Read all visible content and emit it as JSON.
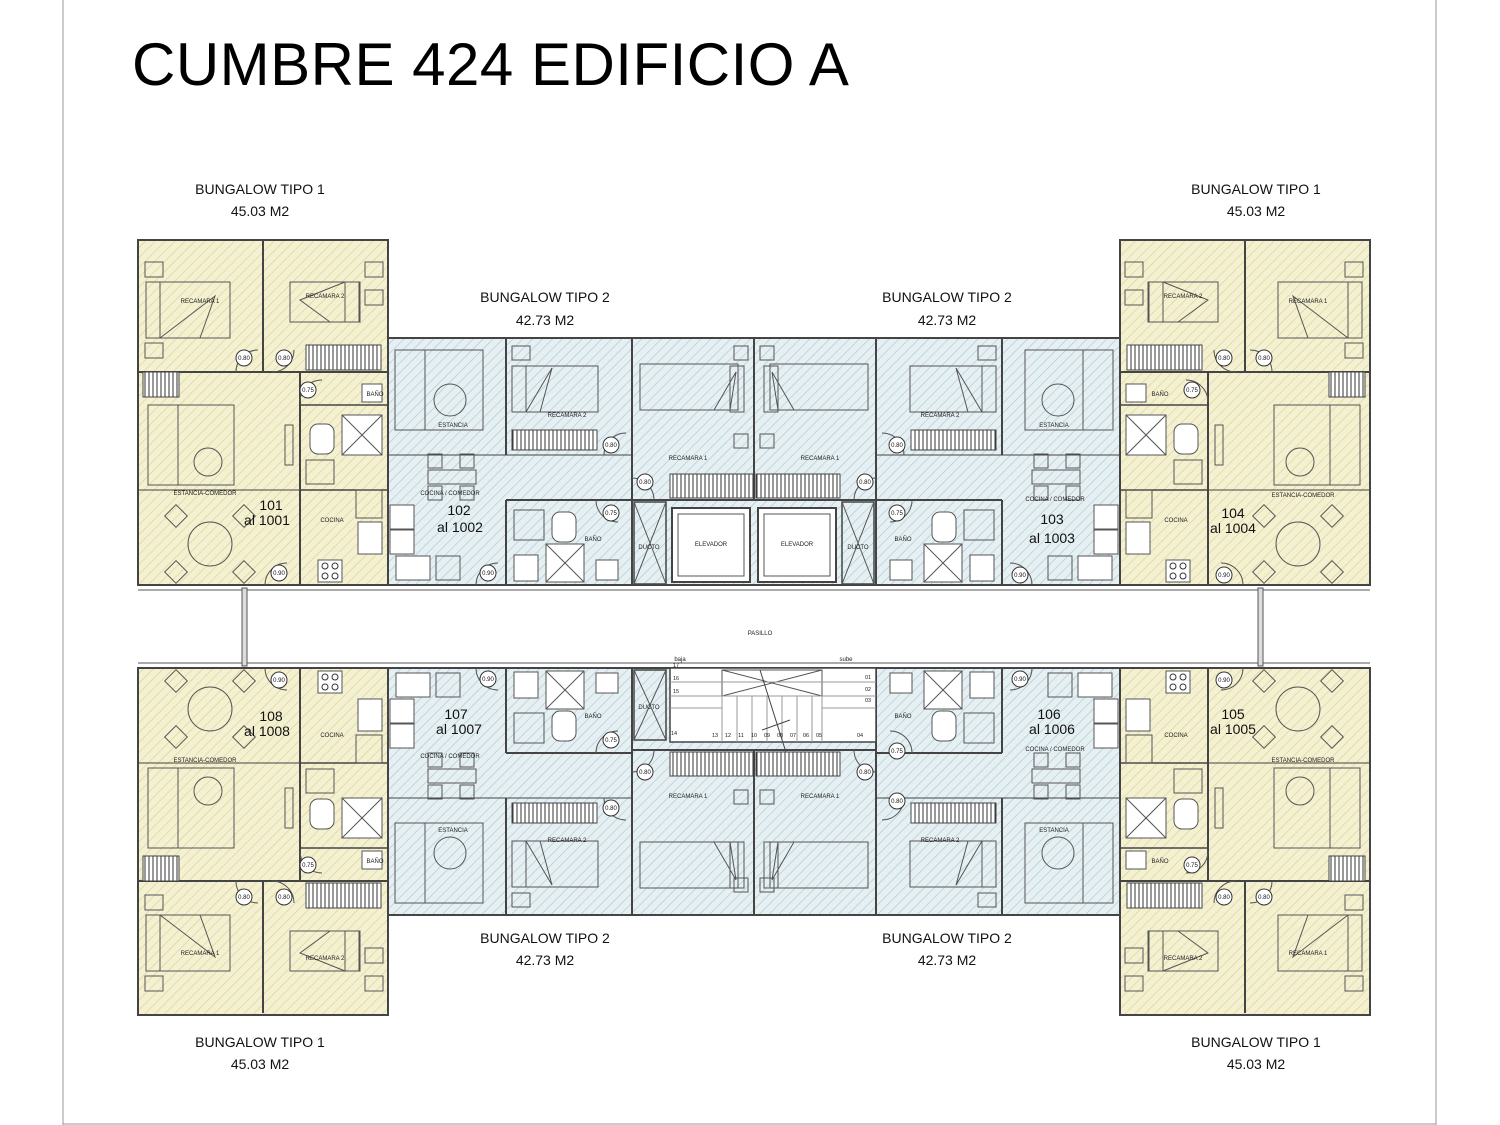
{
  "title": "CUMBRE 424 EDIFICIO A",
  "unit_types": {
    "tipo1": {
      "name": "BUNGALOW TIPO 1",
      "area": "45.03 M2"
    },
    "tipo2": {
      "name": "BUNGALOW TIPO 2",
      "area": "42.73 M2"
    }
  },
  "units": [
    {
      "num": "101",
      "range": "al 1001"
    },
    {
      "num": "102",
      "range": "al 1002"
    },
    {
      "num": "103",
      "range": "al 1003"
    },
    {
      "num": "104",
      "range": "al 1004"
    },
    {
      "num": "105",
      "range": "al 1005"
    },
    {
      "num": "106",
      "range": "al 1006"
    },
    {
      "num": "107",
      "range": "al 1007"
    },
    {
      "num": "108",
      "range": "al 1008"
    }
  ],
  "rooms": {
    "recamara1": "RECAMARA 1",
    "recamara2": "RECAMARA 2",
    "bano": "BAÑO",
    "estancia_comedor": "ESTANCIA-COMEDOR",
    "cocina": "COCINA",
    "estancia": "ESTANCIA",
    "cocina_comedor": "COCINA / COMEDOR",
    "ducto": "DUCTO",
    "elevador": "ELEVADOR",
    "pasillo": "PASILLO"
  },
  "door_marks": {
    "d080": "0.80",
    "d075": "0.75",
    "d090": "0.90"
  },
  "stair": {
    "baja": "baja",
    "sube": "sube",
    "steps_top": [
      "17",
      "16",
      "15",
      "14"
    ],
    "steps_bottom": [
      "13",
      "12",
      "11",
      "10",
      "09",
      "08",
      "07",
      "06",
      "05",
      "04"
    ],
    "steps_right": [
      "01",
      "02",
      "03"
    ]
  },
  "colors": {
    "tipo1_fill": "#f4f1d2",
    "tipo1_hatch": "#d9cf8c",
    "tipo2_fill": "#e6f0f3",
    "tipo2_hatch": "#a7c6d2",
    "wall": "#444444"
  }
}
